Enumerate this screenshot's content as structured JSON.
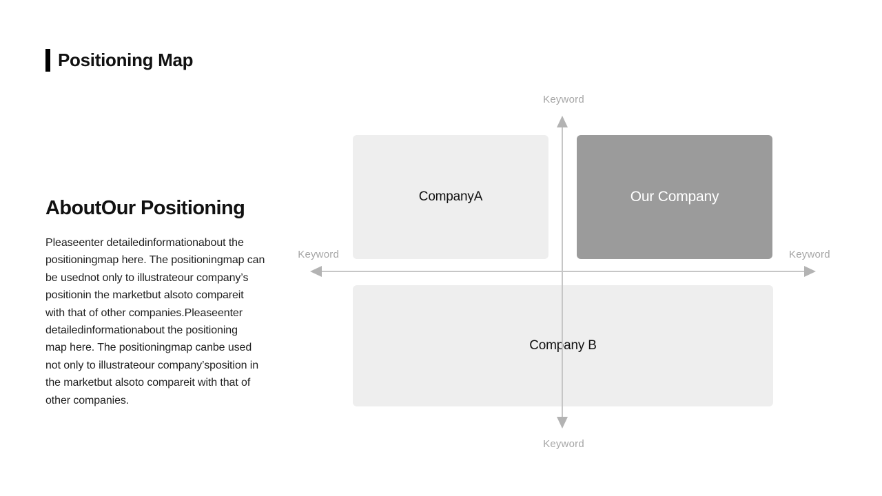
{
  "slide": {
    "background": "#ffffff"
  },
  "header": {
    "title": "Positioning Map",
    "title_color": "#111111",
    "accent_bar_color": "#000000"
  },
  "about": {
    "heading": "AboutOur Positioning",
    "heading_color": "#111111",
    "body_color": "#1f1f1f",
    "body_lines": [
      "Pleaseenter detailedinformationabout the",
      "positioningmap here. The positioningmap can",
      "be usednot only to illustrateour company’s",
      "positionin the marketbut alsoto compareit",
      "with that of other companies.Pleaseenter",
      "detailedinformationabout the positioning",
      "map here. The positioningmap canbe used",
      "not only to illustrateour company’sposition in",
      "the marketbut alsoto compareit with that of",
      "other companies."
    ]
  },
  "map": {
    "axis_color": "#c6c6c6",
    "arrowhead_color": "#b3b3b3",
    "label_color": "#a6a6a6",
    "labels": {
      "top": "Keyword",
      "bottom": "Keyword",
      "left": "Keyword",
      "right": "Keyword"
    },
    "quadrants": {
      "company_a": {
        "label": "CompanyA",
        "bg": "#eeeeee",
        "text_color": "#111111"
      },
      "our_company": {
        "label": "Our Company",
        "bg": "#9b9b9b",
        "text_color": "#ffffff"
      },
      "company_b": {
        "label": "Company B",
        "bg": "#eeeeee",
        "text_color": "#111111"
      }
    }
  }
}
